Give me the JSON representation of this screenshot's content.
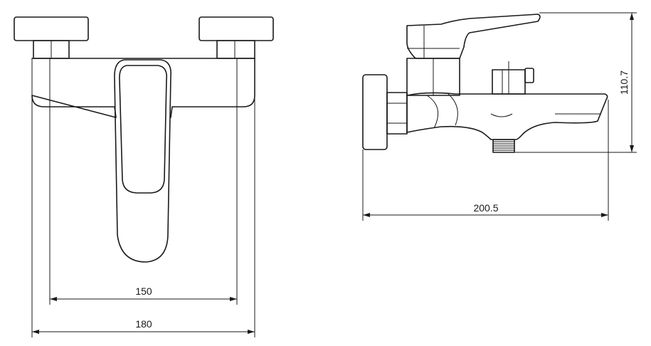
{
  "drawing": {
    "front_view": {
      "dimensions": {
        "inner_width": "150",
        "outer_width": "180"
      }
    },
    "side_view": {
      "dimensions": {
        "length": "200.5",
        "height": "110.7"
      }
    }
  }
}
